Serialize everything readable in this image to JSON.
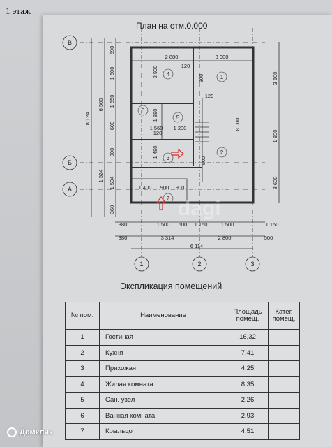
{
  "page_label": "1 этаж",
  "plan_title": "План на отм.0.000",
  "axes": {
    "letters": [
      "В",
      "Б",
      "А"
    ],
    "numbers": [
      "1",
      "2",
      "3"
    ]
  },
  "room_labels": [
    "1",
    "2",
    "3",
    "4",
    "5",
    "6",
    "7"
  ],
  "dimensions": {
    "top": [
      "2 880",
      "3 000"
    ],
    "bottom_row1": [
      "380",
      "1 500",
      "600",
      "1 150",
      "1 500",
      "1 150"
    ],
    "bottom_row2": [
      "380",
      "3 314",
      "2 800",
      "500"
    ],
    "bottom_total": "6 114",
    "left_total": "8 124",
    "left_col1": [
      "6 500",
      "1 524"
    ],
    "left_col2": [
      "590",
      "1 500",
      "1 550",
      "600",
      "900",
      "1 504",
      "360"
    ],
    "right": [
      "3 600",
      "1 800",
      "3 600"
    ],
    "inner": [
      "2 900",
      "800",
      "1 880",
      "1 560",
      "1 200",
      "1 480",
      "900",
      "8 000",
      "1 400",
      "900",
      "900",
      "120",
      "120",
      "120"
    ]
  },
  "explication": {
    "title": "Экспликация помещений",
    "headers": {
      "num": "№ пом.",
      "name": "Наименование",
      "area": "Площадь помещ.",
      "cat": "Катег. помещ."
    },
    "rows": [
      {
        "num": "1",
        "name": "Гостиная",
        "area": "16,32",
        "cat": ""
      },
      {
        "num": "2",
        "name": "Кухня",
        "area": "7,41",
        "cat": ""
      },
      {
        "num": "3",
        "name": "Прихожая",
        "area": "4,25",
        "cat": ""
      },
      {
        "num": "4",
        "name": "Жилая комната",
        "area": "8,35",
        "cat": ""
      },
      {
        "num": "5",
        "name": "Сан. узел",
        "area": "2,26",
        "cat": ""
      },
      {
        "num": "6",
        "name": "Ванная комната",
        "area": "2,93",
        "cat": ""
      },
      {
        "num": "7",
        "name": "Крыльцо",
        "area": "4,51",
        "cat": ""
      }
    ]
  },
  "brand": "Домклик",
  "watermark": "dagi"
}
